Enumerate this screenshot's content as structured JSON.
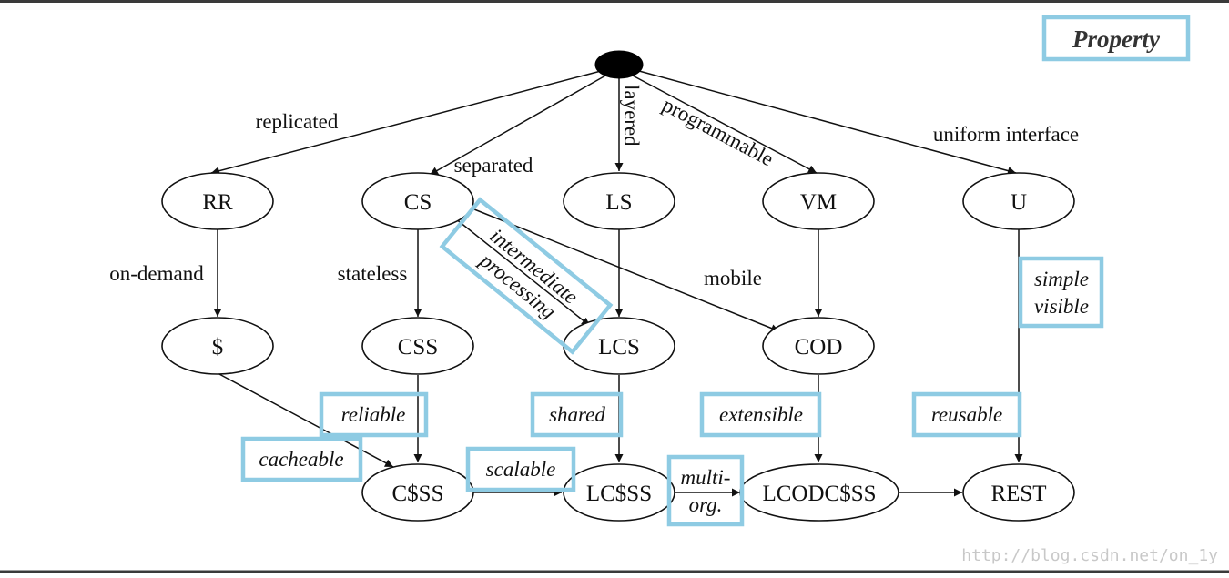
{
  "legend": {
    "label": "Property"
  },
  "colors": {
    "box": "#8ecbe3",
    "ink": "#111111",
    "frame": "#333333"
  },
  "nodes": {
    "root": "",
    "rr": "RR",
    "cs": "CS",
    "ls": "LS",
    "vm": "VM",
    "u": "U",
    "cache": "$",
    "css": "CSS",
    "lcs": "LCS",
    "cod": "COD",
    "cdss": "C$SS",
    "lcdss": "LC$SS",
    "lcodcdss": "LCODC$SS",
    "rest": "REST"
  },
  "edges": {
    "replicated": "replicated",
    "separated": "separated",
    "layered": "layered",
    "programmable": "programmable",
    "uniform_interface": "uniform interface",
    "on_demand": "on-demand",
    "stateless": "stateless",
    "mobile": "mobile"
  },
  "properties": {
    "intermediate": "intermediate",
    "processing": "processing",
    "simple": "simple",
    "visible": "visible",
    "reliable": "reliable",
    "shared": "shared",
    "extensible": "extensible",
    "reusable": "reusable",
    "cacheable": "cacheable",
    "scalable": "scalable",
    "multi": "multi-",
    "org": "org."
  },
  "watermark": "http://blog.csdn.net/on_1y"
}
